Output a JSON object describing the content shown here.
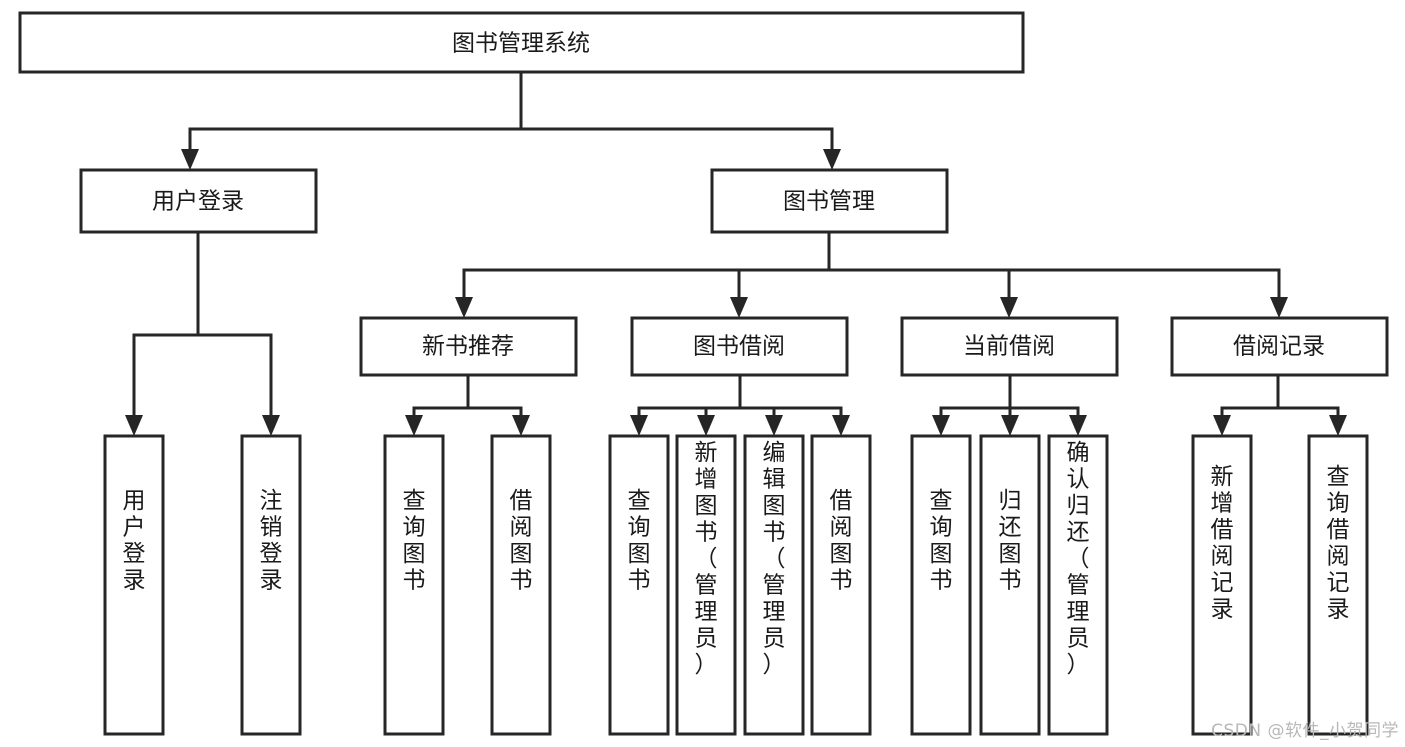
{
  "diagram": {
    "title": "图书管理系统",
    "type": "tree-hierarchy",
    "colors": {
      "stroke": "#262626",
      "fill": "#ffffff",
      "text": "#1a1a1a",
      "watermark": "#b8b8b8",
      "background": "#ffffff"
    },
    "root": {
      "id": "root",
      "label": "图书管理系统",
      "orientation": "horizontal"
    },
    "level1": [
      {
        "id": "user-login",
        "label": "用户登录",
        "orientation": "horizontal"
      },
      {
        "id": "book-manage",
        "label": "图书管理",
        "orientation": "horizontal"
      }
    ],
    "level2": [
      {
        "id": "new-book-recommend",
        "label": "新书推荐",
        "parent": "book-manage",
        "orientation": "horizontal"
      },
      {
        "id": "book-borrow",
        "label": "图书借阅",
        "parent": "book-manage",
        "orientation": "horizontal"
      },
      {
        "id": "current-borrow",
        "label": "当前借阅",
        "parent": "book-manage",
        "orientation": "horizontal"
      },
      {
        "id": "borrow-record",
        "label": "借阅记录",
        "parent": "book-manage",
        "orientation": "horizontal"
      }
    ],
    "leaves": [
      {
        "id": "leaf-user-login",
        "label": "用户登录",
        "parent": "user-login",
        "orientation": "vertical"
      },
      {
        "id": "leaf-user-logout",
        "label": "注销登录",
        "parent": "user-login",
        "orientation": "vertical"
      },
      {
        "id": "leaf-query-book-1",
        "label": "查询图书",
        "parent": "new-book-recommend",
        "orientation": "vertical"
      },
      {
        "id": "leaf-borrow-book-1",
        "label": "借阅图书",
        "parent": "new-book-recommend",
        "orientation": "vertical"
      },
      {
        "id": "leaf-query-book-2",
        "label": "查询图书",
        "parent": "book-borrow",
        "orientation": "vertical"
      },
      {
        "id": "leaf-add-book",
        "label": "新增图书（管理员）",
        "parent": "book-borrow",
        "orientation": "vertical"
      },
      {
        "id": "leaf-edit-book",
        "label": "编辑图书（管理员）",
        "parent": "book-borrow",
        "orientation": "vertical"
      },
      {
        "id": "leaf-borrow-book-2",
        "label": "借阅图书",
        "parent": "book-borrow",
        "orientation": "vertical"
      },
      {
        "id": "leaf-query-book-3",
        "label": "查询图书",
        "parent": "current-borrow",
        "orientation": "vertical"
      },
      {
        "id": "leaf-return-book",
        "label": "归还图书",
        "parent": "current-borrow",
        "orientation": "vertical"
      },
      {
        "id": "leaf-confirm-return",
        "label": "确认归还（管理员）",
        "parent": "current-borrow",
        "orientation": "vertical"
      },
      {
        "id": "leaf-add-record",
        "label": "新增借阅记录",
        "parent": "borrow-record",
        "orientation": "vertical"
      },
      {
        "id": "leaf-query-record",
        "label": "查询借阅记录",
        "parent": "borrow-record",
        "orientation": "vertical"
      }
    ],
    "watermark": "CSDN @软件_小贺同学"
  }
}
